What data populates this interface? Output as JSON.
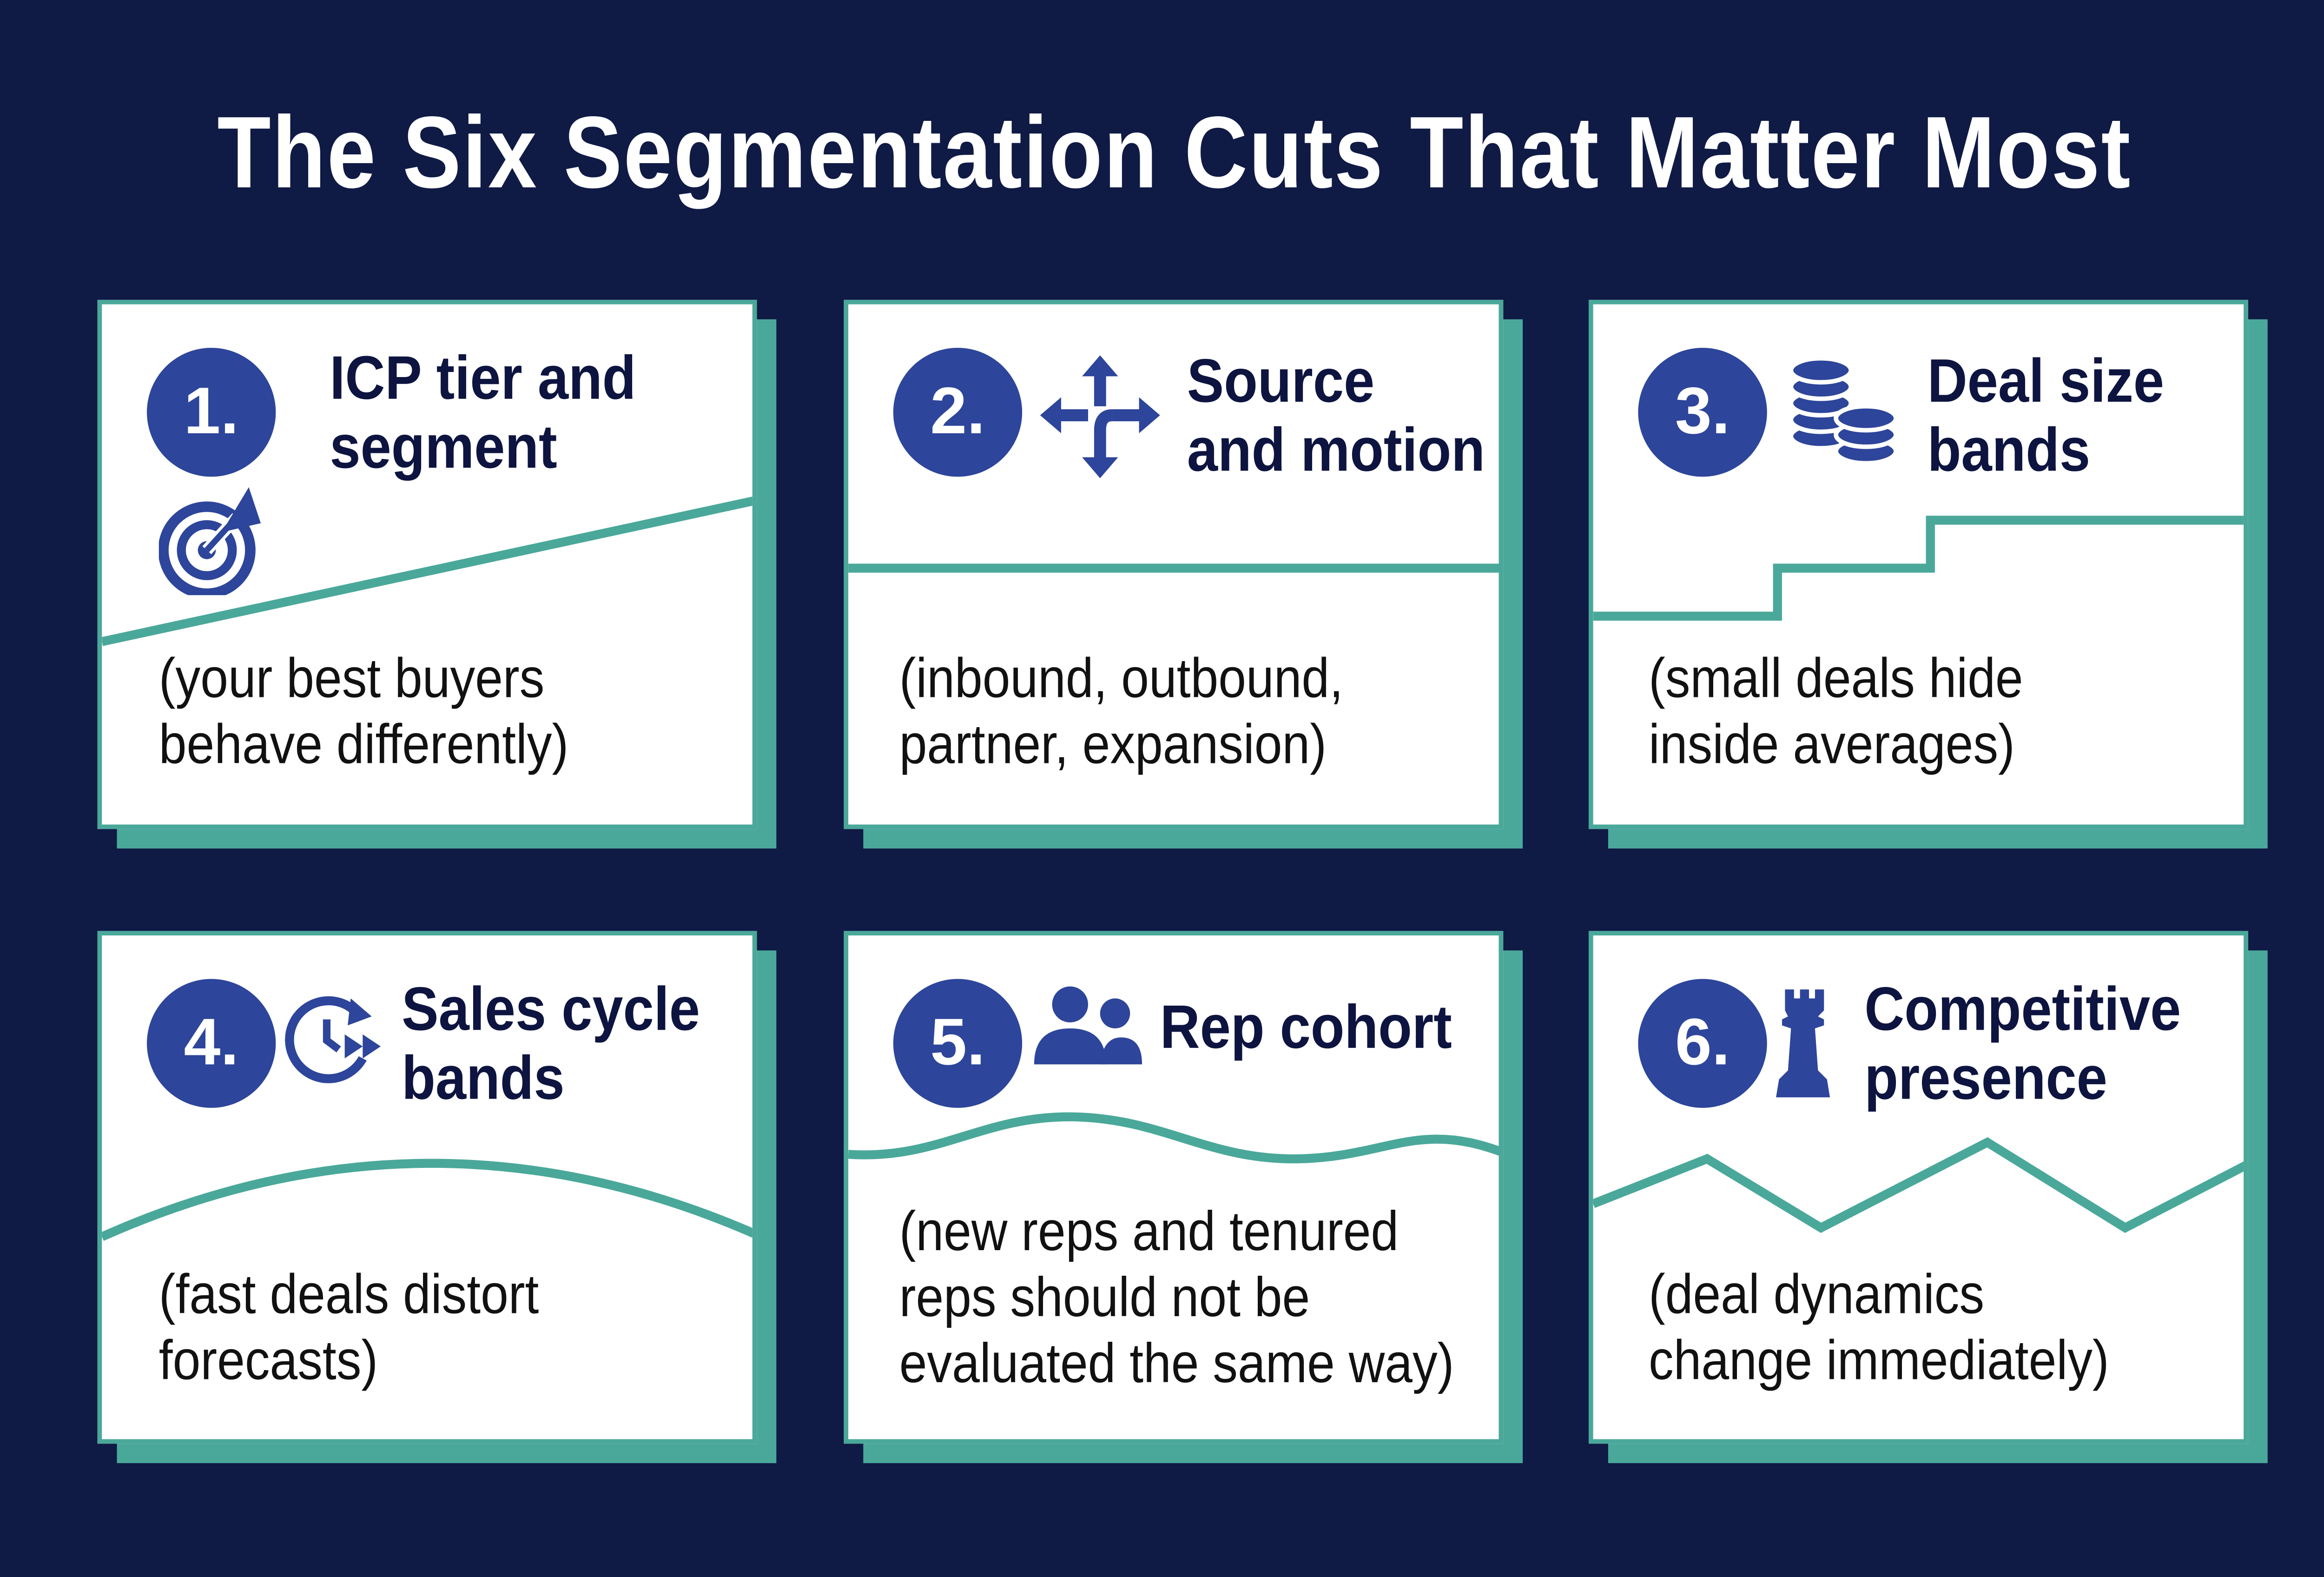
{
  "title": "The Six Segmentation Cuts That Matter Most",
  "colors": {
    "background": "#0f1a45",
    "accent_teal": "#4aa89a",
    "badge_blue": "#2d459a",
    "heading_navy": "#0d1440",
    "card": "#ffffff"
  },
  "cards": [
    {
      "number": "1.",
      "title_lines": [
        "ICP tier and",
        "segment"
      ],
      "icon": "target-icon",
      "divider": "diagonal-line",
      "description_lines": [
        "(your best buyers",
        "behave differently)"
      ]
    },
    {
      "number": "2.",
      "title_lines": [
        "Source",
        "and motion"
      ],
      "icon": "split-arrows-icon",
      "divider": "horizontal-line",
      "description_lines": [
        "(inbound, outbound,",
        "partner, expansion)"
      ]
    },
    {
      "number": "3.",
      "title_lines": [
        "Deal size",
        "bands"
      ],
      "icon": "coin-stacks-icon",
      "divider": "step-line",
      "description_lines": [
        "(small deals hide",
        "inside averages)"
      ]
    },
    {
      "number": "4.",
      "title_lines": [
        "Sales cycle",
        "bands"
      ],
      "icon": "fast-clock-icon",
      "divider": "arc-line",
      "description_lines": [
        "(fast deals distort",
        "forecasts)"
      ]
    },
    {
      "number": "5.",
      "title_lines": [
        "Rep cohort"
      ],
      "icon": "people-icon",
      "divider": "wave-line",
      "description_lines": [
        "(new reps and tenured",
        "reps should not be",
        "evaluated the same way)"
      ]
    },
    {
      "number": "6.",
      "title_lines": [
        "Competitive",
        "presence"
      ],
      "icon": "chess-rook-icon",
      "divider": "zigzag-line",
      "description_lines": [
        "(deal dynamics",
        "change immediately)"
      ]
    }
  ]
}
